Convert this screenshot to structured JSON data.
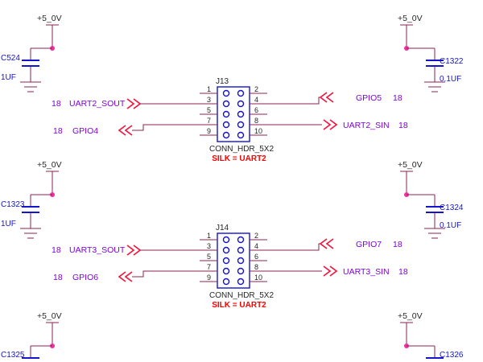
{
  "colors": {
    "wire": "#8B2252",
    "component": "#1414cc",
    "parttext": "#262626",
    "netlabel": "#8000E0",
    "offpage": "#F01840",
    "silk": "#FF0000",
    "junction": "#EE30A0"
  },
  "power_net": "+5_0V",
  "sheet_ref": "18",
  "sections": [
    {
      "caps": {
        "left": {
          "ref": "C524",
          "value": "1UF"
        },
        "right": {
          "ref": "C1322",
          "value": "0.1UF"
        }
      },
      "connector": {
        "ref": "J13",
        "type": "CONN_HDR_5X2",
        "silk": "SILK = UART2",
        "pins_left": [
          "1",
          "3",
          "5",
          "7",
          "9"
        ],
        "pins_right": [
          "2",
          "4",
          "6",
          "8",
          "10"
        ]
      },
      "nets": {
        "left_top": "UART2_SOUT",
        "left_bottom": "GPIO4",
        "right_top": "GPIO5",
        "right_bottom": "UART2_SIN"
      }
    },
    {
      "caps": {
        "left": {
          "ref": "C1323",
          "value": "1UF"
        },
        "right": {
          "ref": "C1324",
          "value": "0.1UF"
        }
      },
      "connector": {
        "ref": "J14",
        "type": "CONN_HDR_5X2",
        "silk": "SILK = UART2",
        "pins_left": [
          "1",
          "3",
          "5",
          "7",
          "9"
        ],
        "pins_right": [
          "2",
          "4",
          "6",
          "8",
          "10"
        ]
      },
      "nets": {
        "left_top": "UART3_SOUT",
        "left_bottom": "GPIO6",
        "right_top": "GPIO7",
        "right_bottom": "UART3_SIN"
      }
    },
    {
      "caps": {
        "left": {
          "ref": "C1325"
        },
        "right": {
          "ref": "C1326"
        }
      }
    }
  ]
}
